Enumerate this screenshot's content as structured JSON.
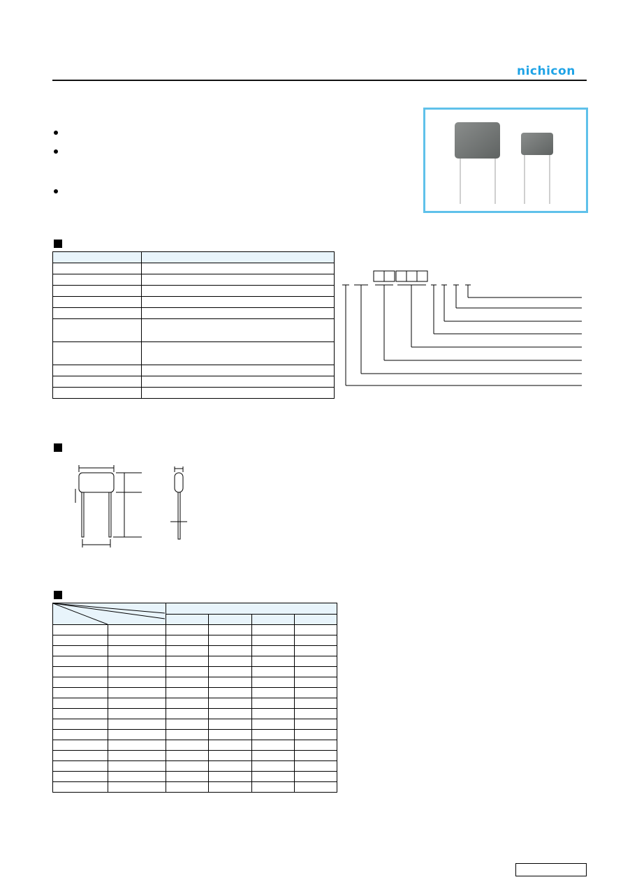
{
  "header": {
    "brand": "nichicon"
  },
  "colors": {
    "brand": "#1fa3e6",
    "photo_border": "#5fc1ea",
    "table_header": "#e8f4fb"
  },
  "features": {
    "bullet_count": 3
  },
  "sections": {
    "count": 3
  },
  "spec_table": {
    "rows": 11
  },
  "ratings_table": {
    "rows": 16,
    "columns": 6
  },
  "part_number": {
    "boxes": 5
  }
}
